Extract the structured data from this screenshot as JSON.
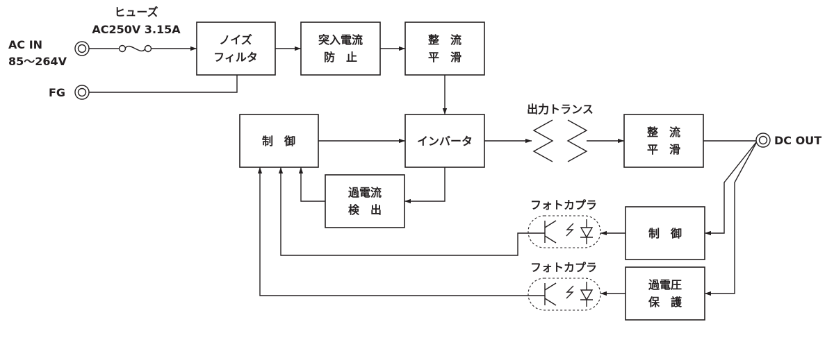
{
  "input": {
    "ac_in_line1": "AC IN",
    "ac_in_line2": "85～264V",
    "fg": "FG"
  },
  "fuse": {
    "name": "ヒューズ",
    "rating": "AC250V 3.15A"
  },
  "blocks": {
    "noise_filter": [
      "ノイズ",
      "フィルタ"
    ],
    "inrush_prevention": [
      "突入電流",
      "防　止"
    ],
    "rectifier_smoothing_1": [
      "整　流",
      "平　滑"
    ],
    "inverter": [
      "インバータ"
    ],
    "control_primary": [
      "制　御"
    ],
    "overcurrent_detection": [
      "過電流",
      "検　出"
    ],
    "rectifier_smoothing_2": [
      "整　流",
      "平　滑"
    ],
    "control_secondary": [
      "制　御"
    ],
    "overvoltage_protection": [
      "過電圧",
      "保　護"
    ]
  },
  "transformer_label": "出力トランス",
  "photocoupler_label_1": "フォトカプラ",
  "photocoupler_label_2": "フォトカプラ",
  "output_label": "DC OUT"
}
